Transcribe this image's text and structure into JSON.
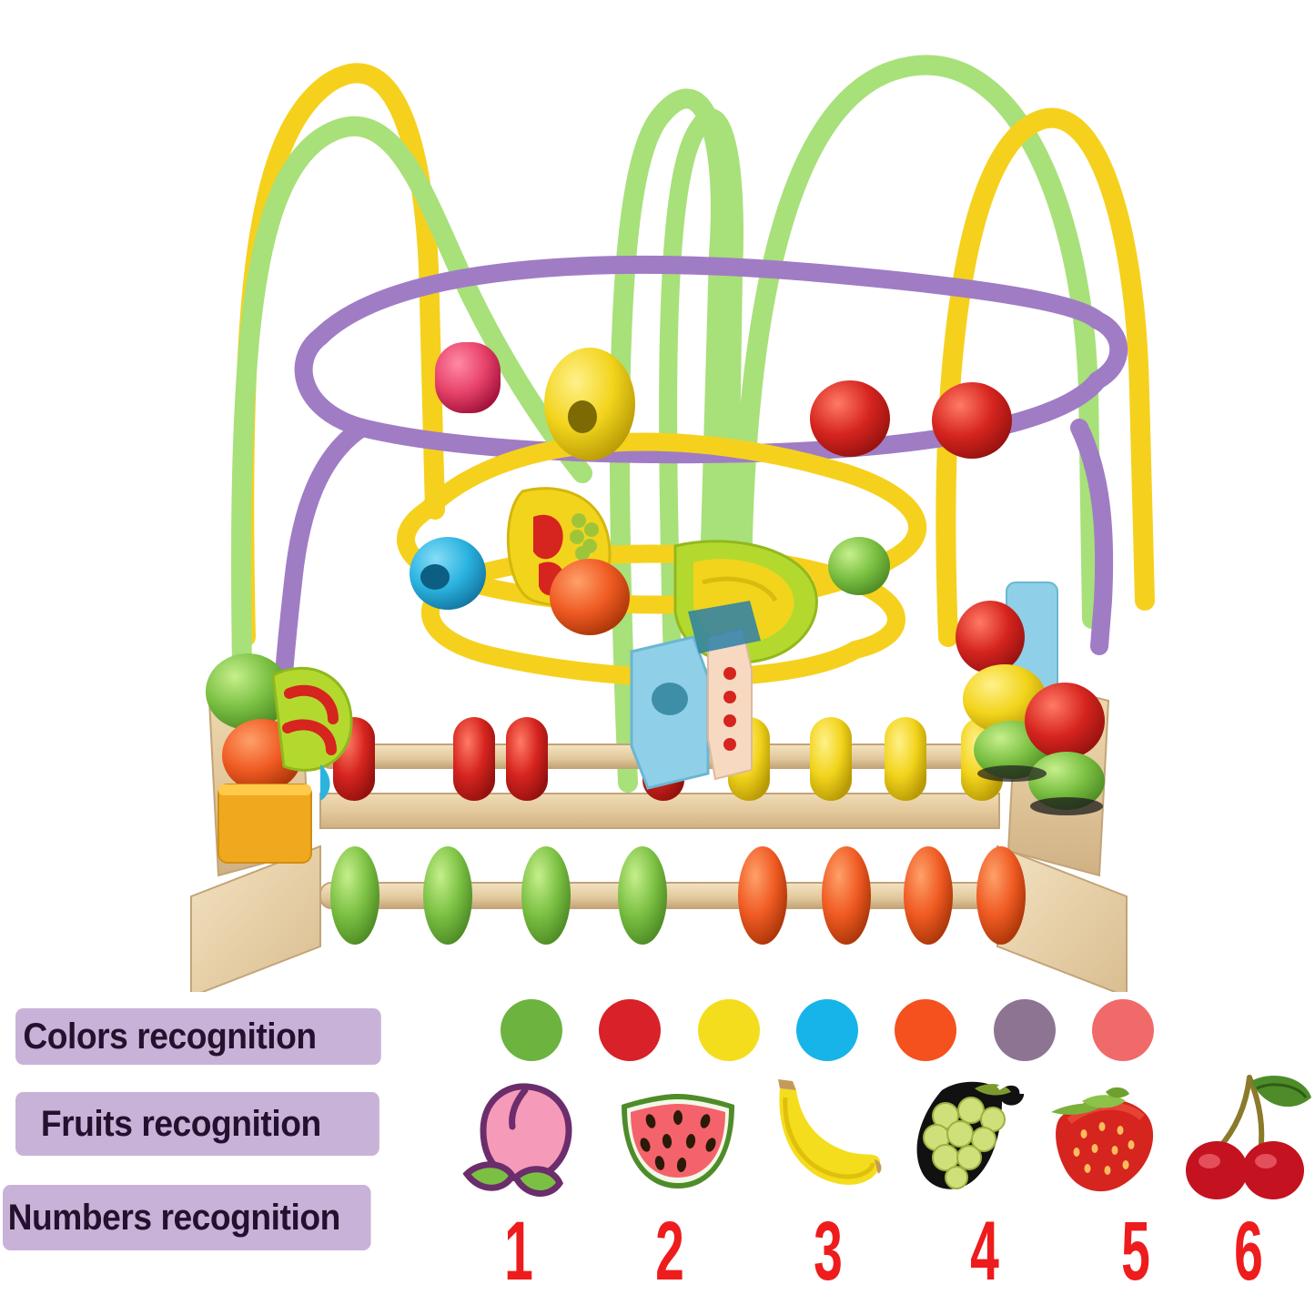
{
  "page": {
    "background": "#ffffff",
    "product_name": "wooden-bead-maze-toy"
  },
  "product": {
    "alt": "Wooden bead maze roller coaster toy with colored wire loops, fruit beads and abacus rails on a wooden base",
    "base_wood_color": "#e6cfa4",
    "wires": [
      {
        "name": "yellow-wire",
        "color": "#f5d11e"
      },
      {
        "name": "light-green-wire",
        "color": "#a8e07a"
      },
      {
        "name": "purple-wire",
        "color": "#a07cc5"
      }
    ],
    "beads": [
      {
        "name": "pink-barrel-bead",
        "color": "#e8436b"
      },
      {
        "name": "yellow-disc-bead",
        "color": "#f5dc1e"
      },
      {
        "name": "red-round-bead",
        "color": "#d6241f"
      },
      {
        "name": "green-round-bead",
        "color": "#7bc043"
      },
      {
        "name": "blue-ring-bead",
        "color": "#2bb3e0"
      },
      {
        "name": "orange-round-bead",
        "color": "#ef5a22"
      },
      {
        "name": "banana-bead",
        "color": "#f5d11e"
      },
      {
        "name": "blue-cube-bead",
        "color": "#8fd0e8"
      },
      {
        "name": "yellow-cylinder-bead",
        "color": "#f0a81e"
      }
    ],
    "rails": [
      {
        "name": "back-rail",
        "bead_colors": [
          "#cc2222",
          "#cc2222",
          "#cc2222",
          "#e8b800",
          "#e8b800",
          "#e8b800",
          "#e8b800",
          "#e8b800"
        ]
      },
      {
        "name": "front-rail",
        "bead_colors": [
          "#74c94a",
          "#74c94a",
          "#74c94a",
          "#74c94a",
          "#ef5a22",
          "#ef5a22",
          "#ef5a22",
          "#ef5a22"
        ]
      }
    ]
  },
  "features": {
    "badges": [
      {
        "id": "colors",
        "label": "Colors recognition"
      },
      {
        "id": "fruits",
        "label": "Fruits recognition"
      },
      {
        "id": "numbers",
        "label": "Numbers recognition"
      }
    ],
    "badge_color": "#c9b2d8",
    "badge_text_color": "#23112e"
  },
  "colors_row": {
    "swatches": [
      {
        "name": "green",
        "hex": "#6cb33f"
      },
      {
        "name": "red",
        "hex": "#d82128"
      },
      {
        "name": "yellow",
        "hex": "#f4dd1c"
      },
      {
        "name": "cyan",
        "hex": "#17b4e9"
      },
      {
        "name": "orange",
        "hex": "#f4511e"
      },
      {
        "name": "purple",
        "hex": "#8d7493"
      },
      {
        "name": "pink",
        "hex": "#f06a6a"
      }
    ]
  },
  "fruits_row": {
    "items": [
      {
        "name": "peach",
        "icon": "peach-icon"
      },
      {
        "name": "watermelon",
        "icon": "watermelon-icon"
      },
      {
        "name": "banana",
        "icon": "banana-icon"
      },
      {
        "name": "grapes",
        "icon": "grapes-icon"
      },
      {
        "name": "strawberry",
        "icon": "strawberry-icon"
      },
      {
        "name": "cherries",
        "icon": "cherries-icon"
      }
    ]
  },
  "numbers_row": {
    "color": "#ee1c1c",
    "values": [
      "1",
      "2",
      "3",
      "4",
      "5",
      "6"
    ]
  }
}
